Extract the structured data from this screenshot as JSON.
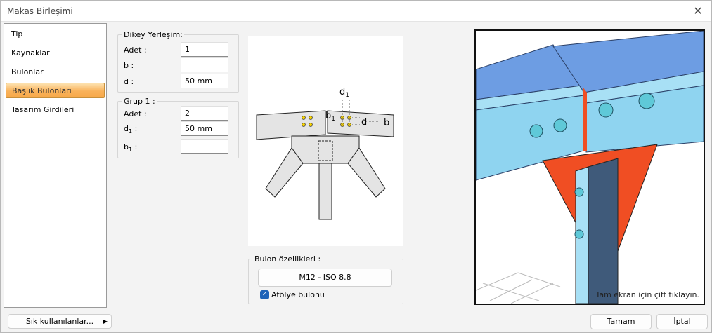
{
  "window": {
    "title": "Makas Birleşimi"
  },
  "sidebar": {
    "items": [
      {
        "label": "Tip"
      },
      {
        "label": "Kaynaklar"
      },
      {
        "label": "Bulonlar"
      },
      {
        "label": "Başlık Bulonları",
        "selected": true
      },
      {
        "label": "Tasarım Girdileri"
      }
    ]
  },
  "dikey": {
    "title": "Dikey Yerleşim:",
    "adet_label": "Adet :",
    "adet": "1",
    "b_label": "b :",
    "b": "",
    "d_label": "d :",
    "d": "50 mm"
  },
  "grup1": {
    "title": "Grup 1 :",
    "adet_label": "Adet :",
    "adet": "2",
    "d1_label": "d",
    "d1_sub": "1",
    "d1_colon": " :",
    "d1": "50 mm",
    "b1_label": "b",
    "b1_sub": "1",
    "b1_colon": " :",
    "b1": ""
  },
  "diagram": {
    "d1": "d",
    "d1_sub": "1",
    "b1": "b",
    "b1_sub": "1",
    "d": "d",
    "b": "b"
  },
  "bulon": {
    "title": "Bulon özellikleri :",
    "type_button": "M12 - ISO 8.8",
    "atolye_label": "Atölye bulonu",
    "atolye_checked": true
  },
  "view3d": {
    "hint": "Tam ekran için çift tıklayın."
  },
  "footer": {
    "favorites": "Sık kullanılanlar...",
    "ok": "Tamam",
    "cancel": "İptal"
  },
  "colors": {
    "selection": "#f9b25a",
    "checkbox": "#1e63b8",
    "plate": "#f04e23",
    "beam_top": "#6d9de3",
    "beam_web": "#8fd4f0",
    "column": "#3f5a7a"
  }
}
